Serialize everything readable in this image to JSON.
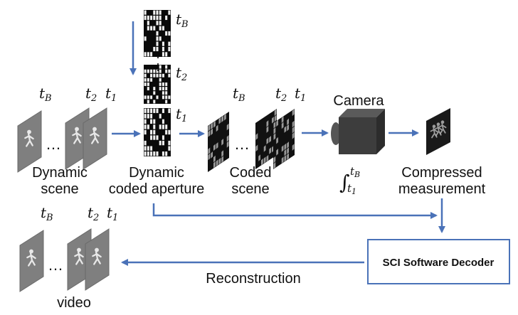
{
  "colors": {
    "arrow": "#4a72b8",
    "frame": "#7f7f7f",
    "frame_edge": "#6a6a6a",
    "runner": "#e8e8e8",
    "mask_dark": "#0a0a0a",
    "mask_light": "#f2f2f2",
    "coded_dark": "#111111",
    "coded_light": "#9a9a9a",
    "camera_body": "#3d3d3d",
    "camera_lens": "#555555",
    "decoder_border": "#4a72b8"
  },
  "time_labels": {
    "tB": "t",
    "tB_sub": "B",
    "t2": "t",
    "t2_sub": "2",
    "t1": "t",
    "t1_sub": "1"
  },
  "labels": {
    "dynamic_scene_line1": "Dynamic",
    "dynamic_scene_line2": "scene",
    "aperture_line1": "Dynamic",
    "aperture_line2": "coded aperture",
    "coded_scene_line1": "Coded",
    "coded_scene_line2": "scene",
    "camera": "Camera",
    "measurement_line1": "Compressed",
    "measurement_line2": "measurement",
    "reconstruction": "Reconstruction",
    "video": "video",
    "decoder": "SCI Software Decoder",
    "dots": "…",
    "integral_symbol": "∫",
    "integral_upper": "t",
    "integral_upper_sub": "B",
    "integral_lower": "t",
    "integral_lower_sub": "1"
  },
  "icons": {
    "runner": "running-person-icon",
    "camera": "camera-icon"
  }
}
